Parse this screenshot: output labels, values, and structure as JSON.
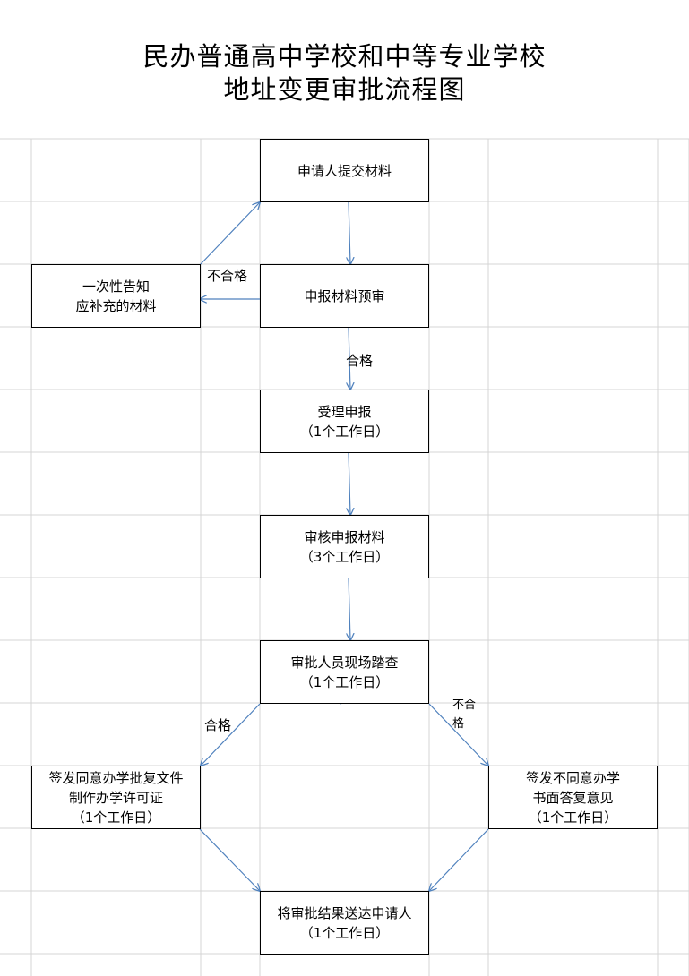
{
  "title": {
    "line1": "民办普通高中学校和中等专业学校",
    "line2": "地址变更审批流程图"
  },
  "nodes": {
    "submit": {
      "line1": "申请人提交材料"
    },
    "supplement": {
      "line1": "一次性告知",
      "line2": "应补充的材料"
    },
    "precheck": {
      "line1": "申报材料预审"
    },
    "accept": {
      "line1": "受理申报",
      "line2": "（1个工作日）"
    },
    "review": {
      "line1": "审核申报材料",
      "line2": "（3个工作日）"
    },
    "inspect": {
      "line1": "审批人员现场踏查",
      "line2": "（1个工作日）"
    },
    "approve": {
      "line1": "签发同意办学批复文件",
      "line2": "制作办学许可证",
      "line3": "（1个工作日）"
    },
    "reject": {
      "line1": "签发不同意办学",
      "line2": "书面答复意见",
      "line3": "（1个工作日）"
    },
    "deliver": {
      "line1": "将审批结果送达申请人",
      "line2": "（1个工作日）"
    }
  },
  "edge_labels": {
    "precheck_fail": "不合格",
    "precheck_pass": "合格",
    "inspect_pass": "合格",
    "inspect_fail_line1": "不合",
    "inspect_fail_line2": "格"
  },
  "colors": {
    "arrow": "#4f81bd",
    "grid": "#d4d4d4",
    "border": "#000000"
  }
}
